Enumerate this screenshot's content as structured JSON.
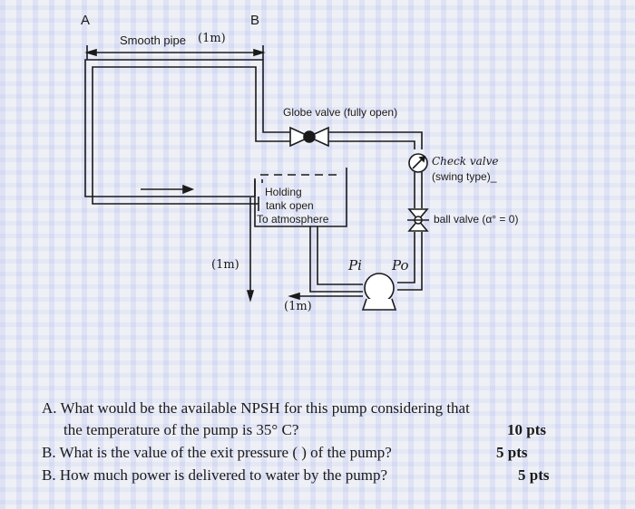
{
  "points": {
    "a": "A",
    "b": "B"
  },
  "pipe": {
    "label": "Smooth pipe",
    "length": "(1m)"
  },
  "globe_valve": {
    "label": "Globe valve (fully open)"
  },
  "check_valve": {
    "title": "Check valve",
    "type": "(swing type)_"
  },
  "ball_valve": {
    "label": "ball valve (α° = 0)"
  },
  "tank": {
    "line1": "Holding",
    "line2": "tank open",
    "line3": "To atmosphere"
  },
  "dims": {
    "vertical": "(1m)",
    "suction": "(1m)"
  },
  "pump": {
    "inlet": "Pi",
    "outlet": "Po"
  },
  "questions": [
    {
      "line1": "A. What would be the available NPSH for this pump considering that",
      "line2": "the temperature of the pump is 35° C?",
      "points": "10 pts"
    },
    {
      "line1": "B. What is the value of the exit pressure ( ) of the pump?",
      "points": "5 pts"
    },
    {
      "line1": "B. How much power is delivered to water by the pump?",
      "points": "5 pts"
    }
  ],
  "colors": {
    "line": "#1a1a1a",
    "background": "#eef0f6"
  }
}
